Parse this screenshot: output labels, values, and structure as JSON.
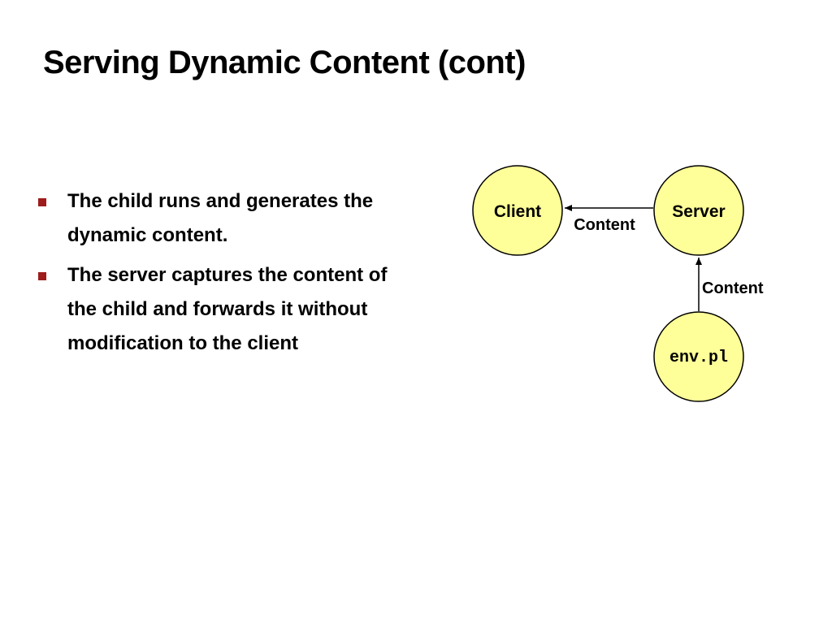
{
  "slide": {
    "title": "Serving Dynamic Content (cont)",
    "bullets": [
      "The child runs and generates the dynamic content.",
      "The server captures the content of the child and forwards it without modification to the client"
    ],
    "bullet_color": "#9e1c1c"
  },
  "diagram": {
    "node_fill": "#ffff99",
    "nodes": {
      "client": "Client",
      "server": "Server",
      "script": "env.pl"
    },
    "edges": {
      "server_to_client": "Content",
      "script_to_server": "Content"
    }
  }
}
